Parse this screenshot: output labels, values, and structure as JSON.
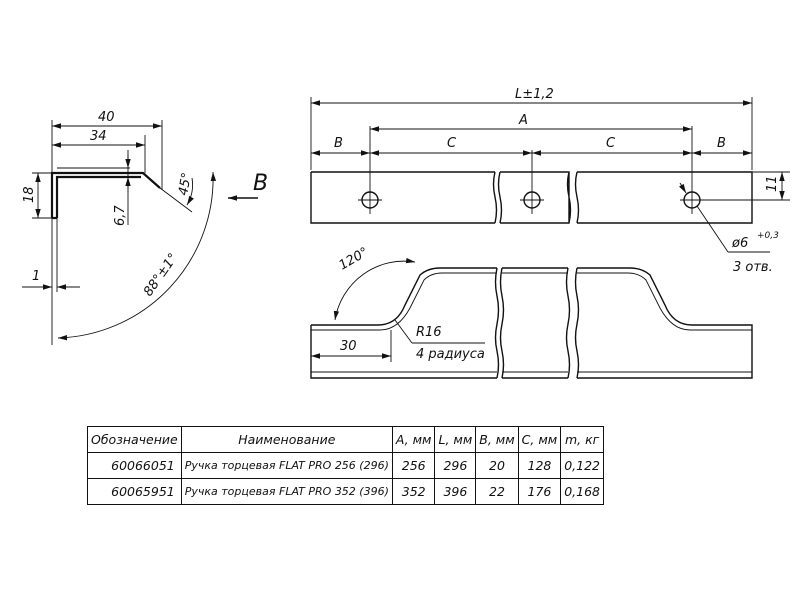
{
  "side_view": {
    "dim_40": "40",
    "dim_34": "34",
    "dim_18": "18",
    "dim_6_7": "6,7",
    "dim_45": "45°",
    "dim_1": "1",
    "dim_88": "88°±1°",
    "view_letter": "B"
  },
  "top_view": {
    "dim_L": "L±1,2",
    "dim_A": "A",
    "dim_B_left": "B",
    "dim_C_left": "C",
    "dim_C_right": "C",
    "dim_B_right": "B",
    "dim_11": "11",
    "hole_diameter": "ø6",
    "hole_tolerance": "+0,3",
    "hole_count": "3 отв."
  },
  "front_view": {
    "dim_120": "120°",
    "dim_R16": "R16",
    "radius_note": "4 радиуса",
    "dim_30": "30"
  },
  "table": {
    "headers": [
      "Обозначение",
      "Наименование",
      "A, мм",
      "L, мм",
      "B, мм",
      "C, мм",
      "m, кг"
    ],
    "rows": [
      [
        "60066051",
        "Ручка торцевая FLAT PRO 256 (296)",
        "256",
        "296",
        "20",
        "128",
        "0,122"
      ],
      [
        "60065951",
        "Ручка торцевая FLAT PRO 352 (396)",
        "352",
        "396",
        "22",
        "176",
        "0,168"
      ]
    ]
  }
}
